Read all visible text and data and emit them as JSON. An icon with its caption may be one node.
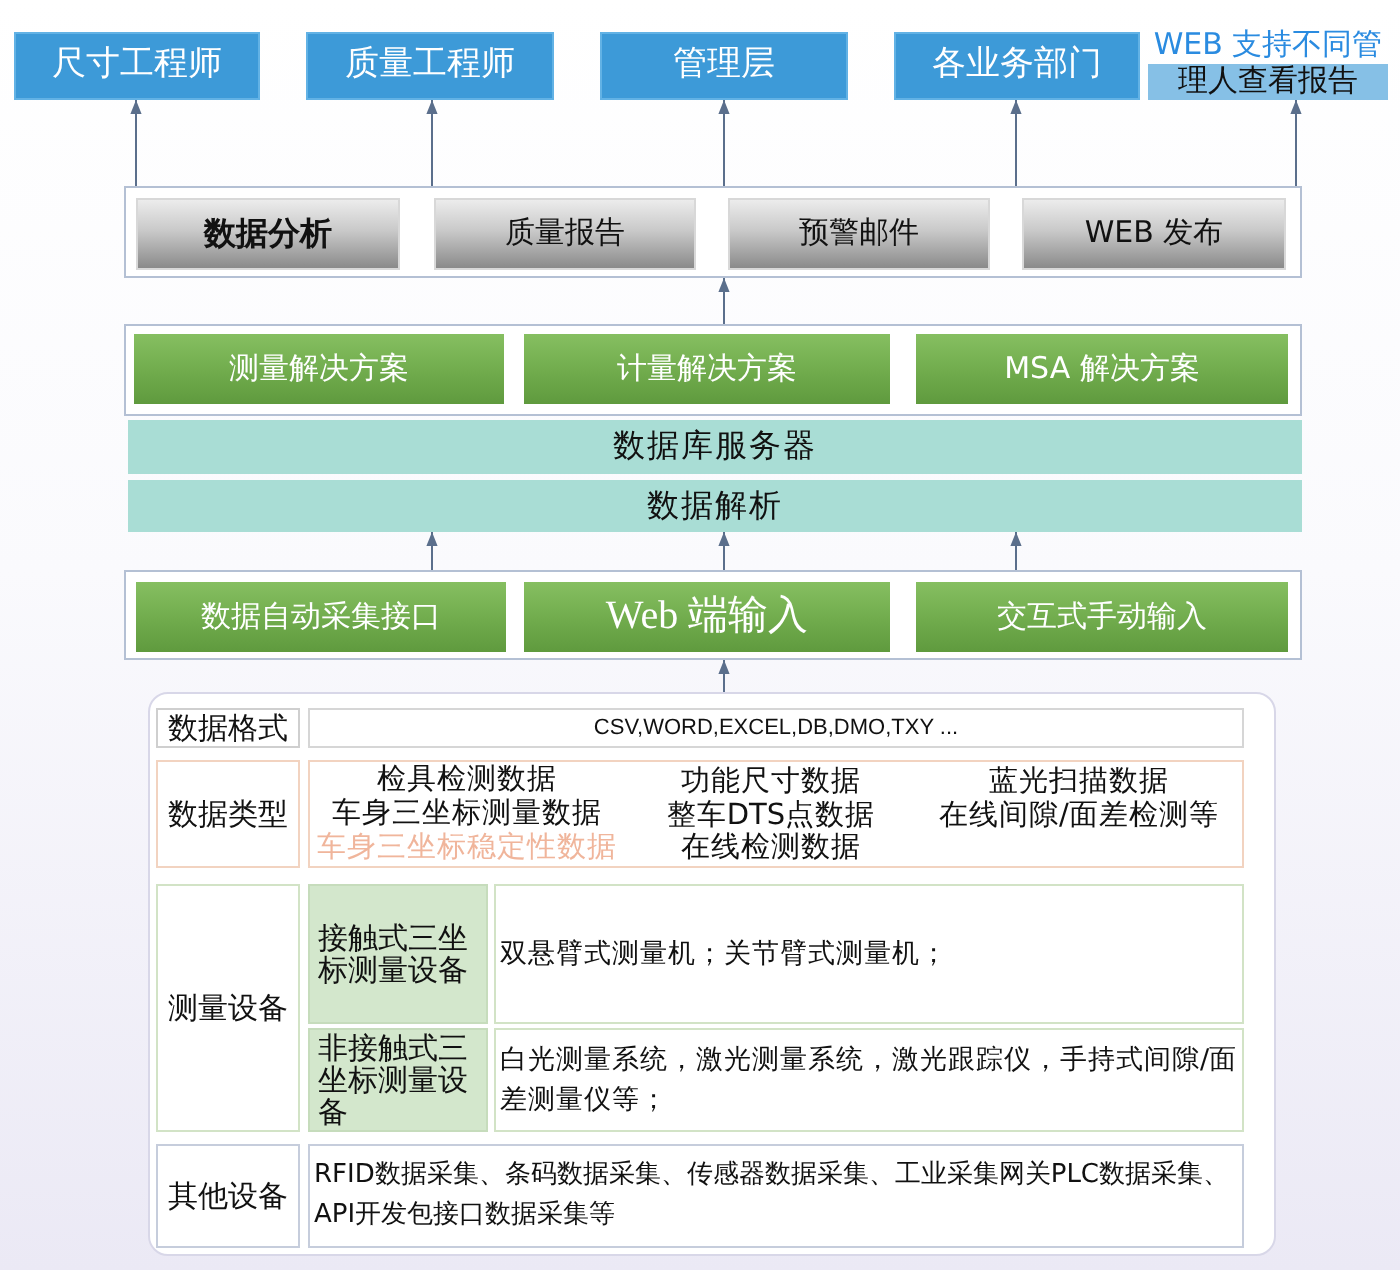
{
  "diagram": {
    "nodes": [
      {
        "text": [
          "尺寸工程师"
        ]
      },
      {
        "text": [
          "质量工程师"
        ]
      },
      {
        "text": [
          "管理层"
        ]
      },
      {
        "text": [
          "各业务部门"
        ]
      },
      {
        "text": [
          "WEB 支持不同管理人查看报告"
        ]
      },
      {
        "text": [],
        "shape": "box"
      },
      {
        "text": [
          "数据分析"
        ],
        "in": 5
      },
      {
        "text": [
          "质量报告"
        ],
        "in": 5
      },
      {
        "text": [
          "预警邮件"
        ],
        "in": 5
      },
      {
        "text": [
          "WEB 发布"
        ],
        "in": 5
      },
      {
        "text": [],
        "shape": "box"
      },
      {
        "text": [
          "测量解决方案"
        ],
        "in": 10
      },
      {
        "text": [
          "计量解决方案"
        ],
        "in": 10
      },
      {
        "text": [
          "MSA 解决方案"
        ],
        "in": 10
      },
      {
        "text": [
          "数据库服务器"
        ]
      },
      {
        "text": [
          "数据解析"
        ]
      },
      {
        "text": [],
        "shape": "box"
      },
      {
        "text": [
          "数据自动采集接口"
        ],
        "in": 16
      },
      {
        "text": [
          "Web 端输入"
        ],
        "in": 16
      },
      {
        "text": [
          "交互式手动输入"
        ],
        "in": 16
      },
      {
        "text": [],
        "shape": "box"
      }
    ],
    "edges": [
      {
        "from": 5,
        "to": 0,
        "arrow": "to"
      },
      {
        "from": 5,
        "to": 1,
        "arrow": "to"
      },
      {
        "from": 5,
        "to": 2,
        "arrow": "to"
      },
      {
        "from": 5,
        "to": 3,
        "arrow": "to"
      },
      {
        "from": 5,
        "to": 4,
        "arrow": "to"
      },
      {
        "from": 10,
        "to": 5,
        "arrow": "to"
      },
      {
        "from": 16,
        "to": 15,
        "arrow": "to"
      },
      {
        "from": 16,
        "to": 15,
        "arrow": "to"
      },
      {
        "from": 16,
        "to": 15,
        "arrow": "to"
      },
      {
        "from": 20,
        "to": 16,
        "arrow": "to"
      }
    ],
    "labels": [
      "数据格式",
      "CSV,WORD,EXCEL,DB,DMO,TXY ...",
      "数据类型",
      "检具检测数据",
      "功能尺寸数据",
      "蓝光扫描数据",
      "车身三坐标测量数据",
      "整车DTS点数据",
      "在线间隙/面差检测等",
      "车身三坐标稳定性数据",
      "在线检测数据",
      "测量设备",
      "接触式三坐标测量设备",
      "双悬臂式测量机；关节臂式测量机；",
      "非接触式三坐标测量设备",
      "白光测量系统，激光测量系统，激光跟踪仪，手持式间隙/面差测量仪等；",
      "其他设备",
      "RFID数据采集、条码数据采集、传感器数据采集、工业采集网关PLC数据采集、API开发包接口数据采集等"
    ]
  }
}
